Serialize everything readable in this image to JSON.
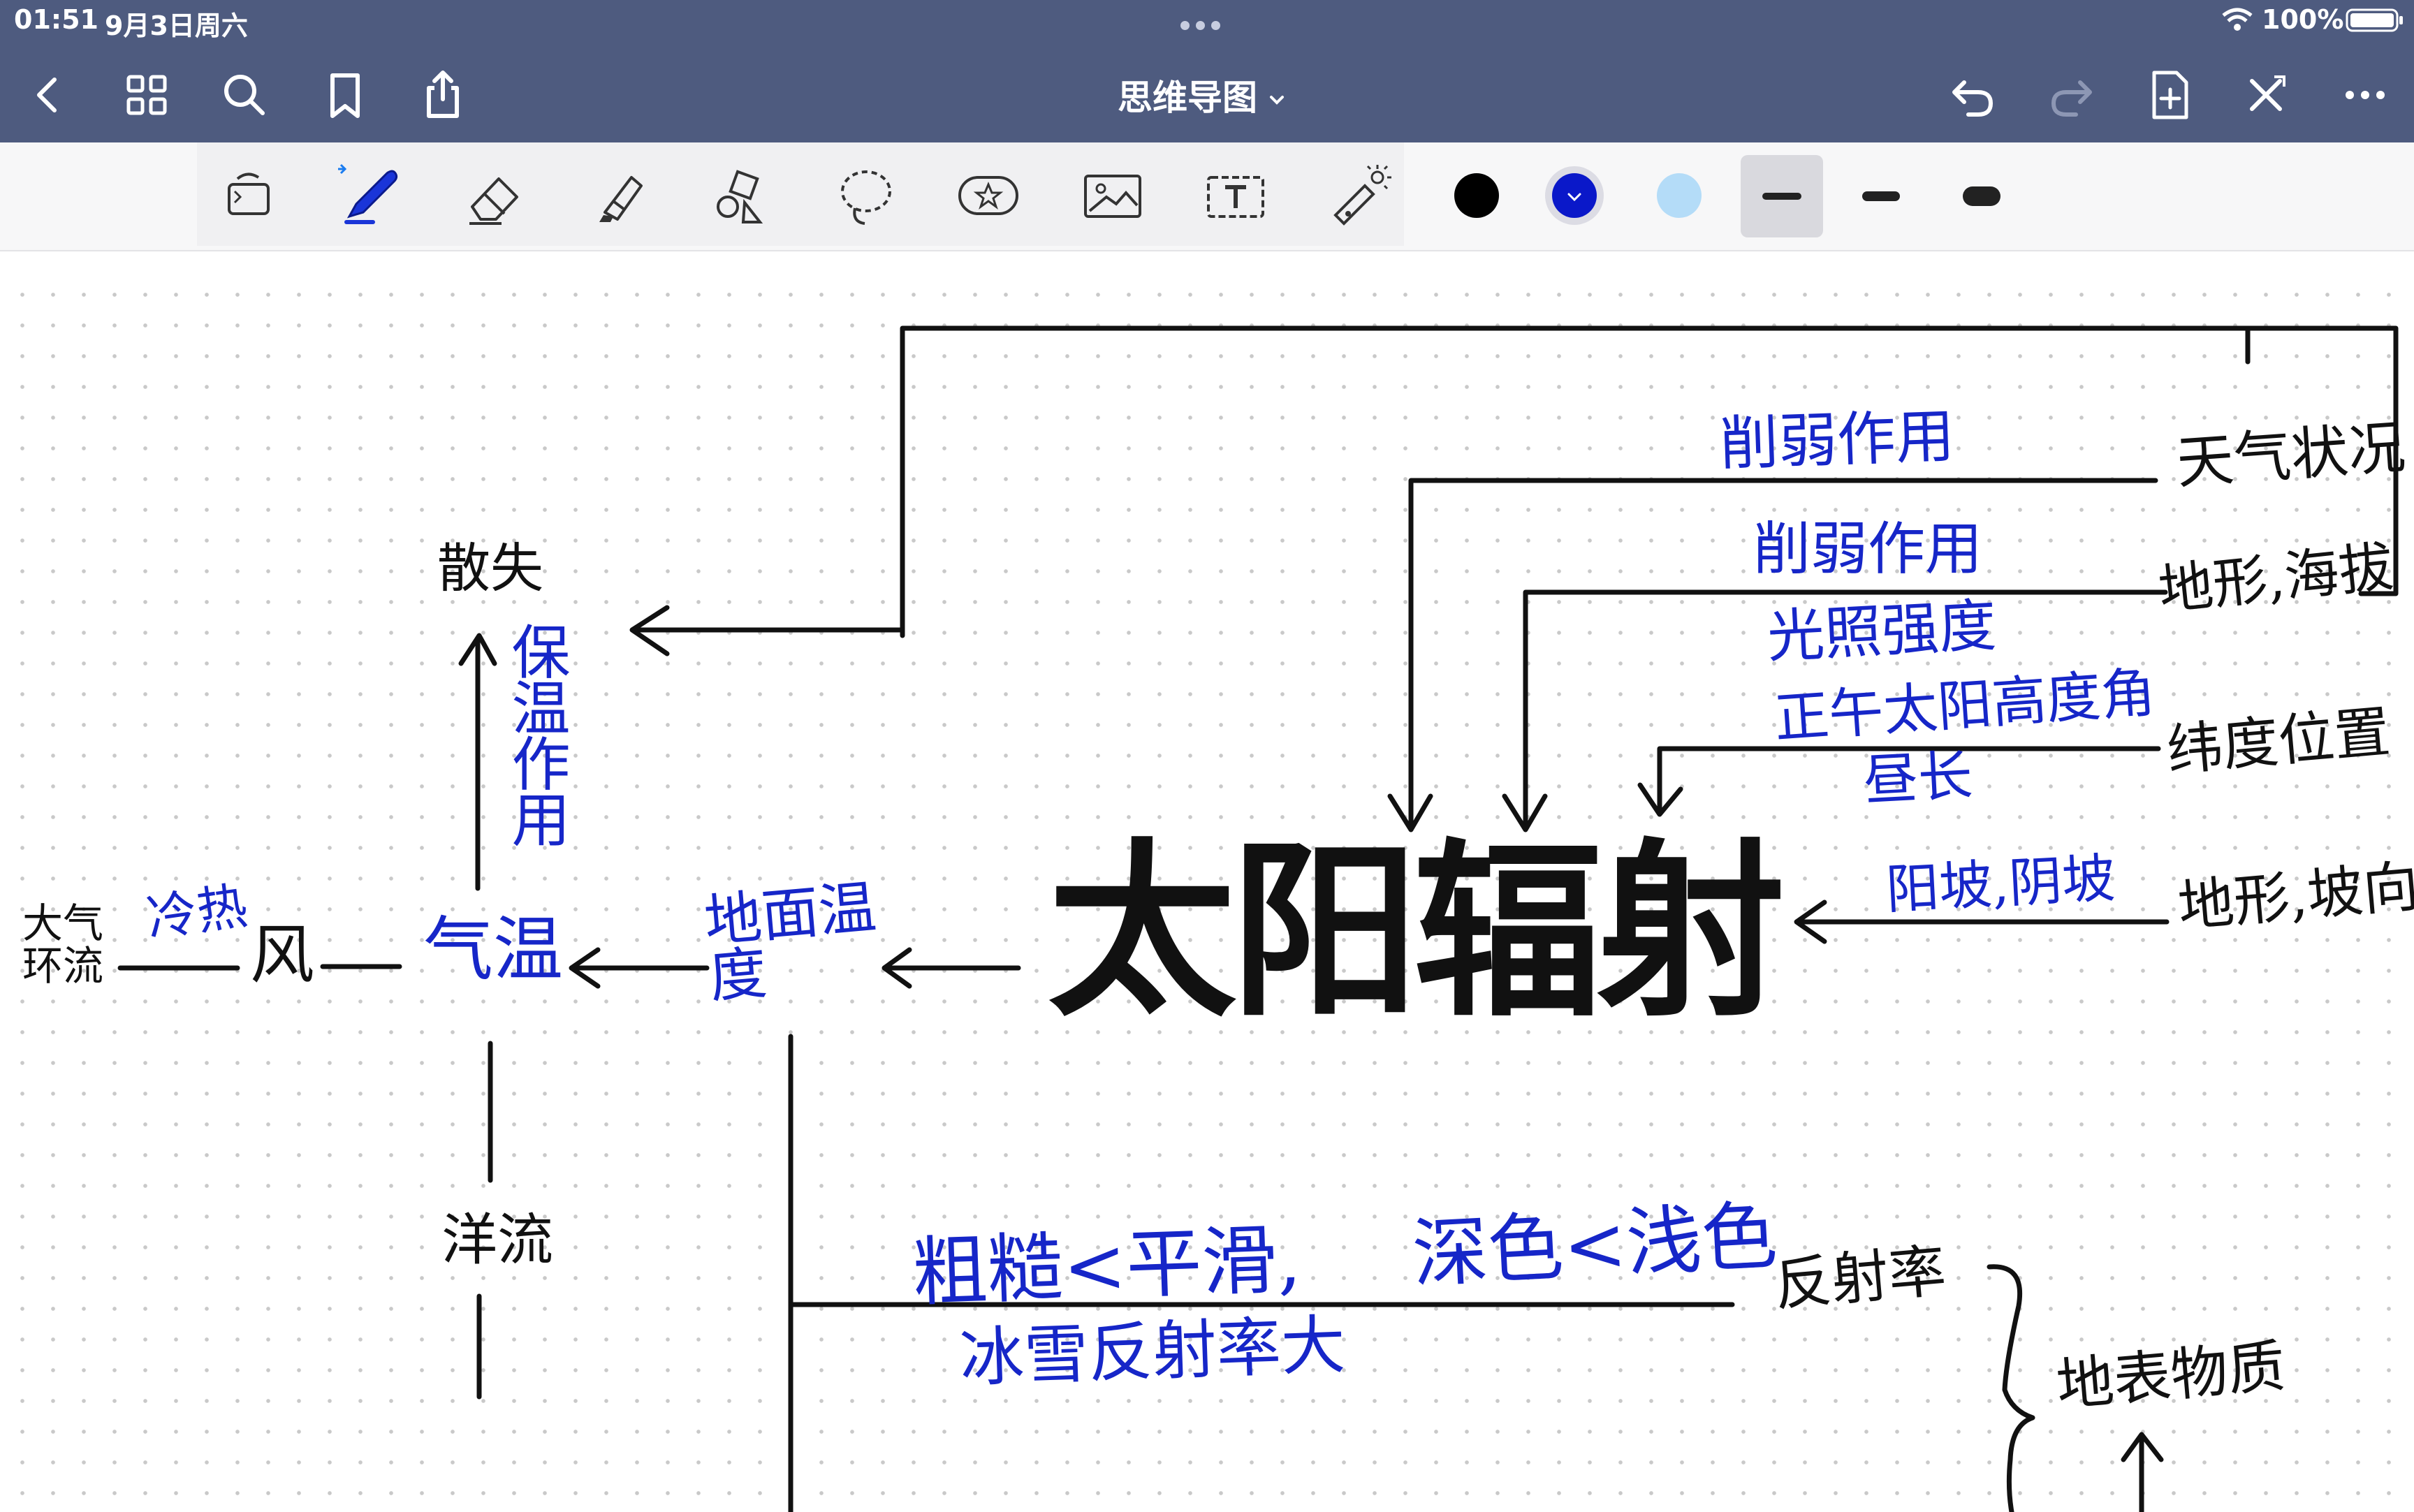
{
  "status_bar": {
    "time": "01:51",
    "date": "9月3日周六",
    "battery": "100%"
  },
  "header": {
    "title": "思维导图"
  },
  "icons": [
    "back-icon",
    "grid-icon",
    "search-icon",
    "bookmark-icon",
    "share-icon",
    "undo-icon",
    "redo-icon",
    "add-page-icon",
    "close-x-icon",
    "more-icon",
    "chevron-down-icon",
    "wifi-icon",
    "battery-icon"
  ],
  "tools": [
    "rotate-tool",
    "pen-tool",
    "eraser-tool",
    "highlighter-tool",
    "shapes-tool",
    "lasso-tool",
    "sticker-tool",
    "image-tool",
    "text-tool",
    "laser-pointer-tool"
  ],
  "colors": {
    "header": "#4e5b7f",
    "ink_black": "#111111",
    "ink_blue": "#1626c8",
    "swatch_black": "#000000",
    "swatch_blue": "#0a18c9",
    "swatch_light_blue": "#b4dcf8"
  },
  "mindmap": {
    "center": "太阳辐射",
    "ground_temp": "地面温度",
    "air_temp": "气温",
    "wind": "风",
    "atmos_circulation": "大气环流",
    "cold_heat": "冷热",
    "ocean_current": "洋流",
    "dissipate": "散失",
    "insulation": "保温作用",
    "weather": "天气状况",
    "weaken_1": "削弱作用",
    "terrain_elevation": "地形,海拔",
    "weaken_2": "削弱作用",
    "sunlight_strength": "光照强度",
    "latitude": "纬度位置",
    "noon_angle": "正午太阳高度角",
    "day_length": "昼长",
    "terrain_slope": "地形,坡向",
    "sunny_shady": "阳坡,阴坡",
    "albedo": "反射率",
    "rough_smooth": "粗糙<平滑,",
    "dark_light": "深色<浅色",
    "snow_ice": "冰雪反射率大",
    "surface_material": "地表物质"
  }
}
